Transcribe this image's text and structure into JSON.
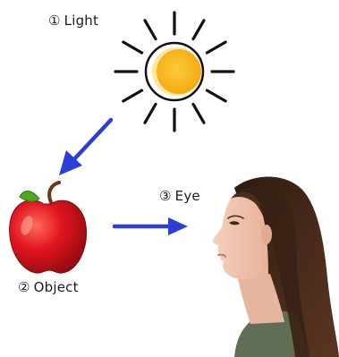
{
  "steps": [
    {
      "number": "①",
      "label": "Light"
    },
    {
      "number": "②",
      "label": "Object"
    },
    {
      "number": "③",
      "label": "Eye"
    }
  ],
  "colors": {
    "sun_fill": "#f7b51c",
    "sun_rim": "#fde79a",
    "sun_rays": "#111111",
    "arrow": "#2b3fd8",
    "apple_red": "#d8141e",
    "apple_leaf": "#49a824",
    "apple_stem": "#6b3a12",
    "skin": "#f1c5b0",
    "hair": "#3e2417",
    "shirt": "#5f6e55"
  },
  "icons": [
    "sun-icon",
    "apple-icon",
    "person-profile-icon",
    "arrow-icon"
  ]
}
